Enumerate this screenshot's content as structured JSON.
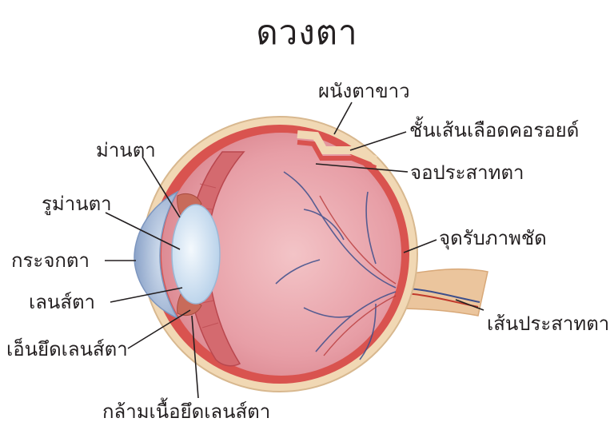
{
  "diagram": {
    "title": "ดวงตา",
    "labels": {
      "sclera": "ผนังตาขาว",
      "choroid": "ชั้นเส้นเลือดคอรอยด์",
      "retina": "จอประสาทตา",
      "fovea": "จุดรับภาพชัด",
      "optic_nerve": "เส้นประสาทตา",
      "iris": "ม่านตา",
      "pupil": "รูม่านตา",
      "cornea": "กระจกตา",
      "lens": "เลนส์ตา",
      "suspensory_ligament": "เอ็นยึดเลนส์ตา",
      "ciliary_muscle": "กล้ามเนื้อยึดเลนส์ตา"
    },
    "colors": {
      "sclera": "#f1d8b4",
      "choroid": "#d9534f",
      "interior": "#e9a3aa",
      "lens": "#cfe3f3",
      "cornea": "#9fb6d6",
      "vessel": "#3d4f8c",
      "nerve": "#e8c39a"
    }
  }
}
